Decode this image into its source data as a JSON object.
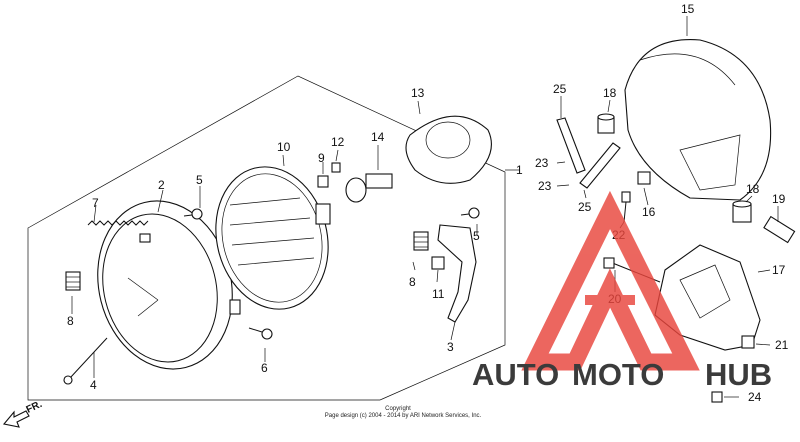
{
  "callouts": [
    "1",
    "2",
    "3",
    "4",
    "5",
    "5",
    "6",
    "7",
    "8",
    "8",
    "9",
    "10",
    "11",
    "12",
    "13",
    "14",
    "15",
    "16",
    "17",
    "18",
    "18",
    "19",
    "20",
    "21",
    "22",
    "23",
    "23",
    "24",
    "25",
    "25"
  ],
  "direction_label": "FR.",
  "copyright": {
    "line1": "Copyright",
    "line2": "Page design (c) 2004 - 2014 by ARI Network Services, Inc."
  },
  "watermark": {
    "auto": "AUTO",
    "moto": "MOTO",
    "hub": "HUB",
    "color_red": "#e8453c",
    "color_orange": "#f5a623",
    "color_gray": "#7a7a7a"
  }
}
